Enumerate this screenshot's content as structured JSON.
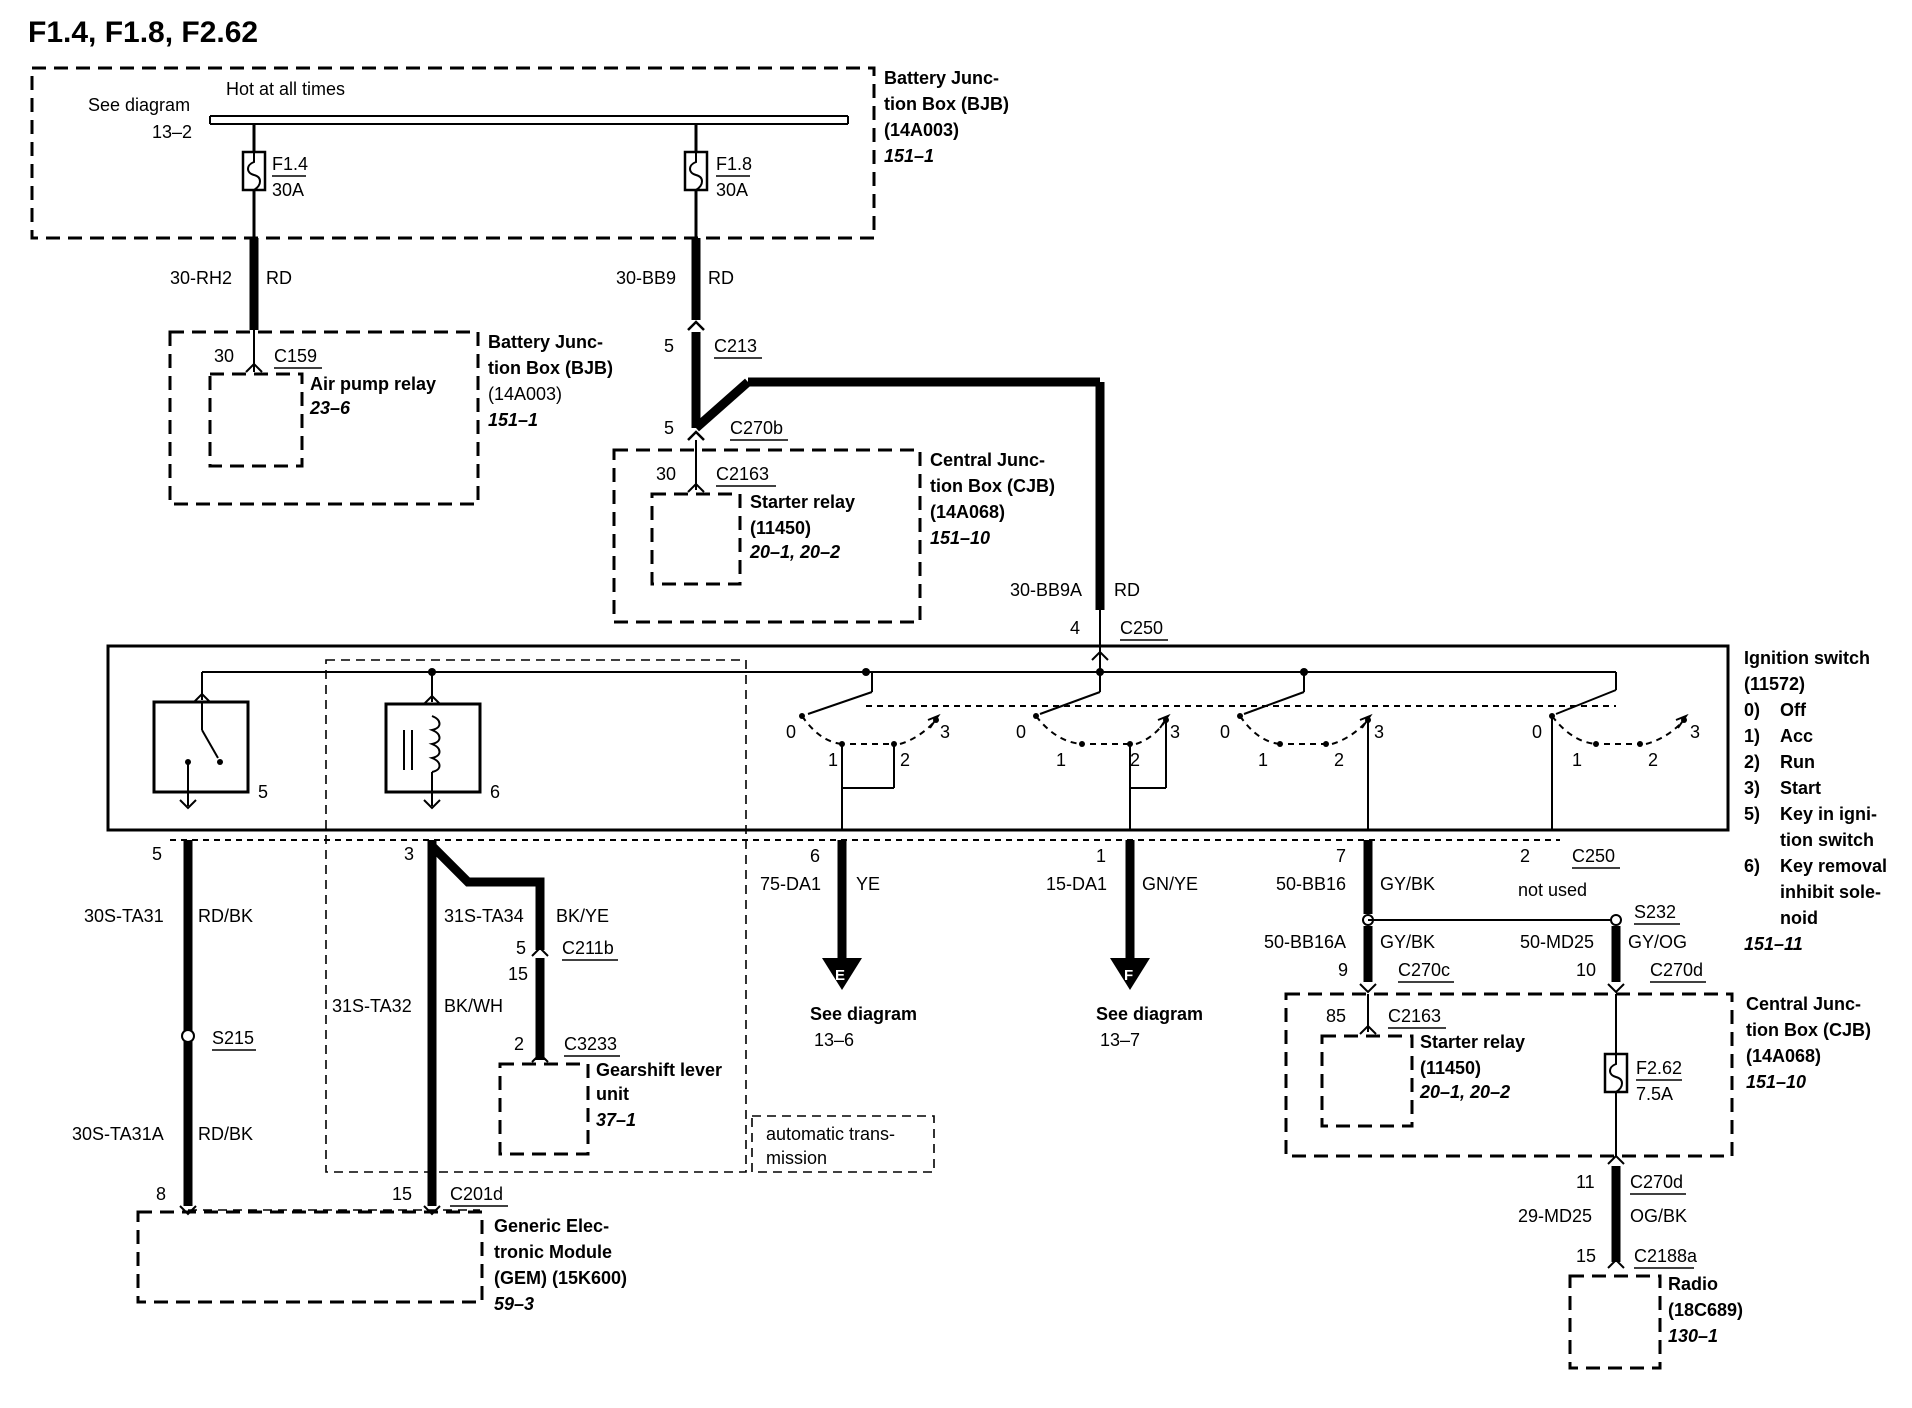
{
  "title": "F1.4, F1.8, F2.62",
  "bjb_top": {
    "name_lines": [
      "Battery Junc-",
      "tion Box (BJB)",
      "(14A003)"
    ],
    "ref": "151–1",
    "see_lines": [
      "See diagram",
      "13–2"
    ],
    "hot_label": "Hot at all times",
    "fuse_a": {
      "id": "F1.4",
      "rating": "30A"
    },
    "fuse_b": {
      "id": "F1.8",
      "rating": "30A"
    }
  },
  "wire_rh2": {
    "circuit": "30-RH2",
    "color": "RD"
  },
  "wire_bb9": {
    "circuit": "30-BB9",
    "color": "RD"
  },
  "c213": {
    "pin": "5",
    "conn": "C213"
  },
  "air_pump": {
    "pin": "30",
    "conn": "C159",
    "relay_lines": [
      "Air pump relay"
    ],
    "relay_ref": "23–6",
    "box_lines": [
      "Battery Junc-",
      "tion Box (BJB)",
      "(14A003)"
    ],
    "box_ref": "151–1"
  },
  "starter_top": {
    "pin_in": "5",
    "conn_in": "C270b",
    "pin": "30",
    "conn": "C2163",
    "relay_lines": [
      "Starter relay",
      "(11450)"
    ],
    "relay_ref": "20–1, 20–2",
    "box_lines": [
      "Central Junc-",
      "tion Box (CJB)",
      "(14A068)"
    ],
    "box_ref": "151–10"
  },
  "wire_bb9a": {
    "circuit": "30-BB9A",
    "color": "RD",
    "pin": "4",
    "conn": "C250"
  },
  "ignition": {
    "name_lines": [
      "Ignition switch",
      "(11572)"
    ],
    "legend": [
      {
        "key": "0)",
        "lines": [
          "Off"
        ]
      },
      {
        "key": "1)",
        "lines": [
          "Acc"
        ]
      },
      {
        "key": "2)",
        "lines": [
          "Run"
        ]
      },
      {
        "key": "3)",
        "lines": [
          "Start"
        ]
      },
      {
        "key": "5)",
        "lines": [
          "Key in igni-",
          "tion switch"
        ]
      },
      {
        "key": "6)",
        "lines": [
          "Key removal",
          "inhibit sole-",
          "noid"
        ]
      }
    ],
    "ref": "151–11",
    "switch_5": "5",
    "switch_6": "6",
    "positions": [
      "0",
      "1",
      "2",
      "3"
    ]
  },
  "outputs": {
    "p5": "5",
    "p3": "3",
    "out_da1": {
      "pin": "6",
      "circuit": "75-DA1",
      "color": "YE",
      "arrow": "E",
      "see_lines": [
        "See diagram",
        "13–6"
      ]
    },
    "out_15da1": {
      "pin": "1",
      "circuit": "15-DA1",
      "color": "GN/YE",
      "arrow": "F",
      "see_lines": [
        "See diagram",
        "13–7"
      ]
    },
    "out_bb16": {
      "pin": "7",
      "circuit": "50-BB16",
      "color": "GY/BK"
    },
    "unused": {
      "pin": "2",
      "conn": "C250",
      "note": "not used"
    }
  },
  "left": {
    "ta31": {
      "circuit": "30S-TA31",
      "color": "RD/BK"
    },
    "splice": "S215",
    "ta31a": {
      "circuit": "30S-TA31A",
      "color": "RD/BK"
    },
    "ta34": {
      "circuit": "31S-TA34",
      "color": "BK/YE"
    },
    "c211b": {
      "pin_a": "5",
      "pin_b": "15",
      "conn": "C211b"
    },
    "ta32": {
      "circuit": "31S-TA32",
      "color": "BK/WH"
    },
    "gearshift": {
      "pin": "2",
      "conn": "C3233",
      "lines": [
        "Gearshift lever",
        "unit"
      ],
      "ref": "37–1"
    },
    "auto_note": [
      "automatic trans-",
      "mission"
    ],
    "gem": {
      "pin_a": "8",
      "pin_b": "15",
      "conn": "C201d",
      "lines": [
        "Generic Elec-",
        "tronic Module",
        "(GEM) (15K600)"
      ],
      "ref": "59–3"
    }
  },
  "right": {
    "bb16a": {
      "circuit": "50-BB16A",
      "color": "GY/BK",
      "pin": "9",
      "conn": "C270c"
    },
    "md25": {
      "circuit": "50-MD25",
      "color": "GY/OG",
      "pin": "10",
      "conn": "C270d"
    },
    "splice": "S232",
    "starter": {
      "pin": "85",
      "conn": "C2163",
      "lines": [
        "Starter relay",
        "(11450)"
      ],
      "ref": "20–1, 20–2"
    },
    "fuse": {
      "id": "F2.62",
      "rating": "7.5A"
    },
    "cjb_lines": [
      "Central Junc-",
      "tion Box (CJB)",
      "(14A068)"
    ],
    "cjb_ref": "151–10",
    "c270d_out": {
      "pin": "11",
      "conn": "C270d"
    },
    "md25_out": {
      "circuit": "29-MD25",
      "color": "OG/BK"
    },
    "radio": {
      "pin": "15",
      "conn": "C2188a",
      "lines": [
        "Radio",
        "(18C689)"
      ],
      "ref": "130–1"
    }
  }
}
